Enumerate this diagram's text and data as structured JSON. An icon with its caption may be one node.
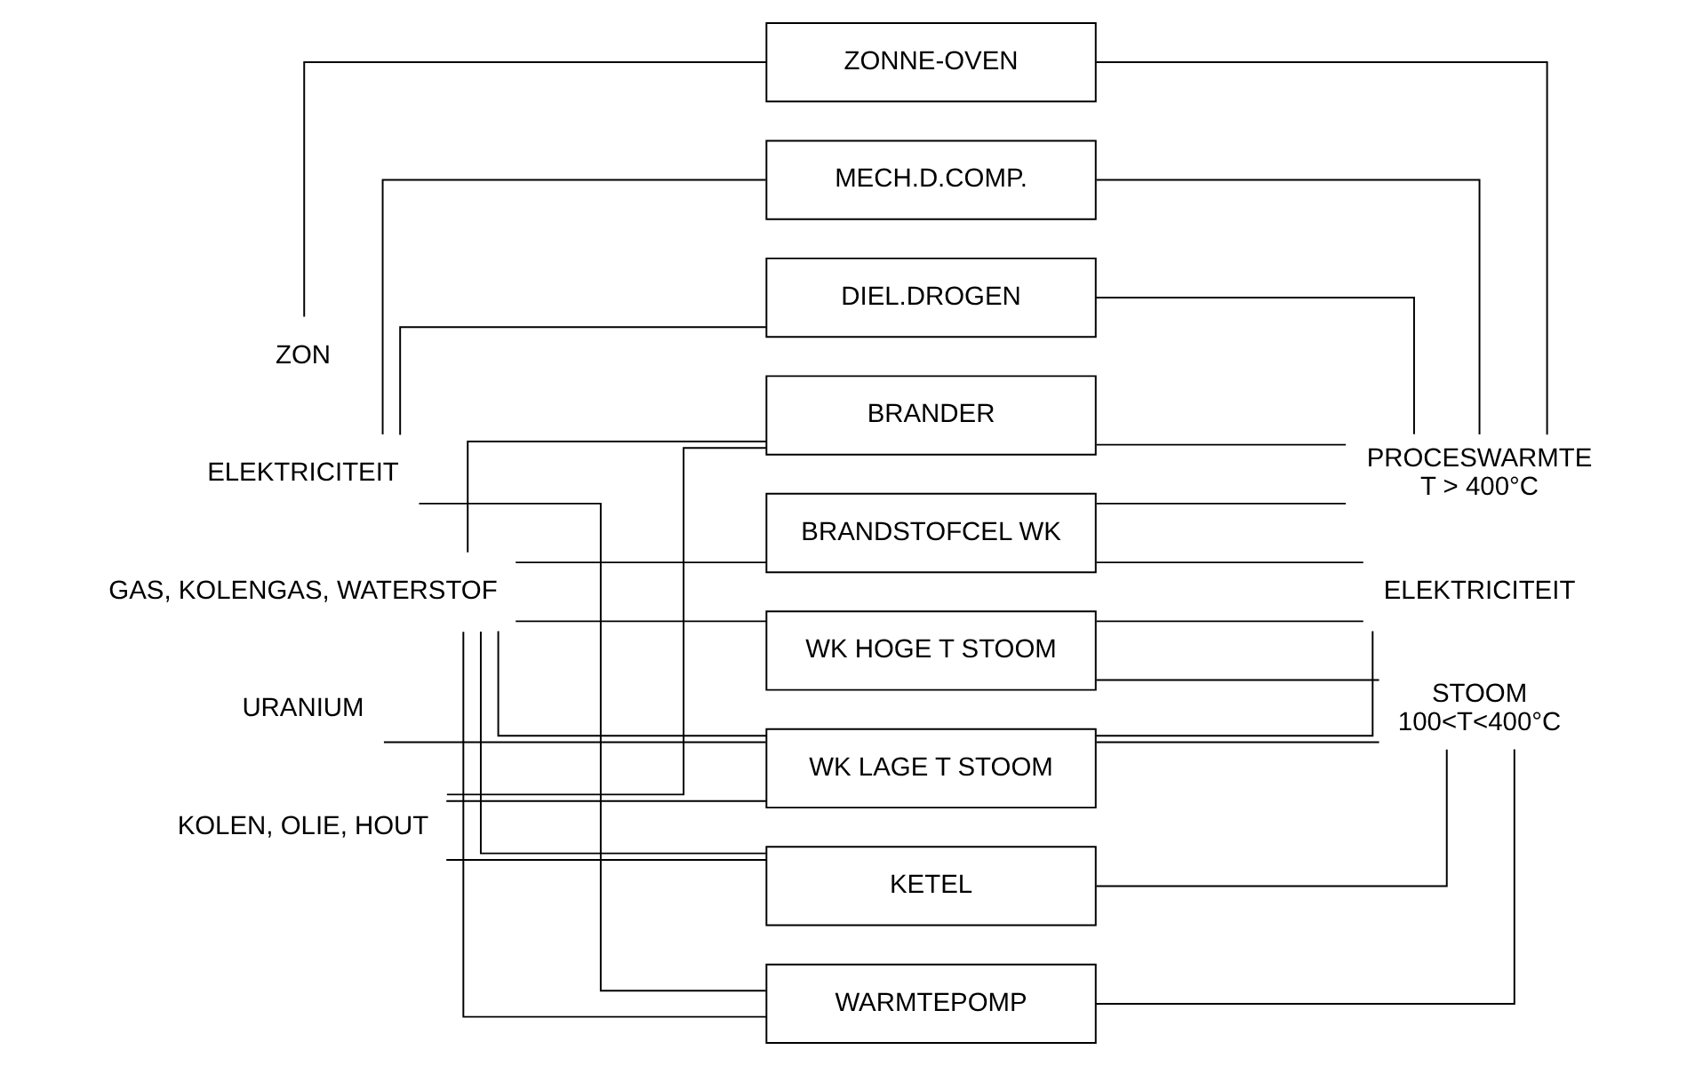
{
  "diagram": {
    "nodes": [
      {
        "text": [
          "ZON"
        ]
      },
      {
        "text": [
          "ELEKTRICITEIT"
        ]
      },
      {
        "text": [
          "GAS, KOLENGAS, WATERSTOF"
        ]
      },
      {
        "text": [
          "URANIUM"
        ]
      },
      {
        "text": [
          "KOLEN, OLIE, HOUT"
        ]
      },
      {
        "text": [
          "ZONNE-OVEN"
        ]
      },
      {
        "text": [
          "MECH.D.COMP."
        ]
      },
      {
        "text": [
          "DIEL.DROGEN"
        ]
      },
      {
        "text": [
          "BRANDER"
        ]
      },
      {
        "text": [
          "BRANDSTOFCEL WK"
        ]
      },
      {
        "text": [
          "WK HOGE T STOOM"
        ]
      },
      {
        "text": [
          "WK LAGE T STOOM"
        ]
      },
      {
        "text": [
          "KETEL"
        ]
      },
      {
        "text": [
          "WARMTEPOMP"
        ]
      },
      {
        "text": [
          "PROCESWARMTE",
          "T > 400°C"
        ]
      },
      {
        "text": [
          "ELEKTRICITEIT"
        ]
      },
      {
        "text": [
          "STOOM",
          "100<T<400°C"
        ]
      }
    ],
    "edges": [
      {
        "from": 0,
        "to": 5,
        "arrow": "none"
      },
      {
        "from": 1,
        "to": 6,
        "arrow": "none"
      },
      {
        "from": 1,
        "to": 7,
        "arrow": "none"
      },
      {
        "from": 4,
        "to": 8,
        "arrow": "none"
      },
      {
        "from": 2,
        "to": 8,
        "arrow": "none"
      },
      {
        "from": 2,
        "to": 9,
        "arrow": "none"
      },
      {
        "from": 2,
        "to": 10,
        "arrow": "none"
      },
      {
        "from": 2,
        "to": 11,
        "arrow": "none"
      },
      {
        "from": 4,
        "to": 11,
        "arrow": "none"
      },
      {
        "from": 3,
        "to": 11,
        "arrow": "none"
      },
      {
        "from": 2,
        "to": 12,
        "arrow": "none"
      },
      {
        "from": 4,
        "to": 12,
        "arrow": "none"
      },
      {
        "from": 2,
        "to": 13,
        "arrow": "none"
      },
      {
        "from": 1,
        "to": 13,
        "arrow": "none"
      },
      {
        "from": 5,
        "to": 14,
        "arrow": "none"
      },
      {
        "from": 6,
        "to": 14,
        "arrow": "none"
      },
      {
        "from": 7,
        "to": 14,
        "arrow": "none"
      },
      {
        "from": 8,
        "to": 14,
        "arrow": "none"
      },
      {
        "from": 9,
        "to": 14,
        "arrow": "none"
      },
      {
        "from": 9,
        "to": 15,
        "arrow": "none"
      },
      {
        "from": 10,
        "to": 15,
        "arrow": "none"
      },
      {
        "from": 11,
        "to": 15,
        "arrow": "none"
      },
      {
        "from": 10,
        "to": 16,
        "arrow": "none"
      },
      {
        "from": 11,
        "to": 16,
        "arrow": "none"
      },
      {
        "from": 12,
        "to": 16,
        "arrow": "none"
      },
      {
        "from": 13,
        "to": 16,
        "arrow": "none"
      }
    ]
  }
}
